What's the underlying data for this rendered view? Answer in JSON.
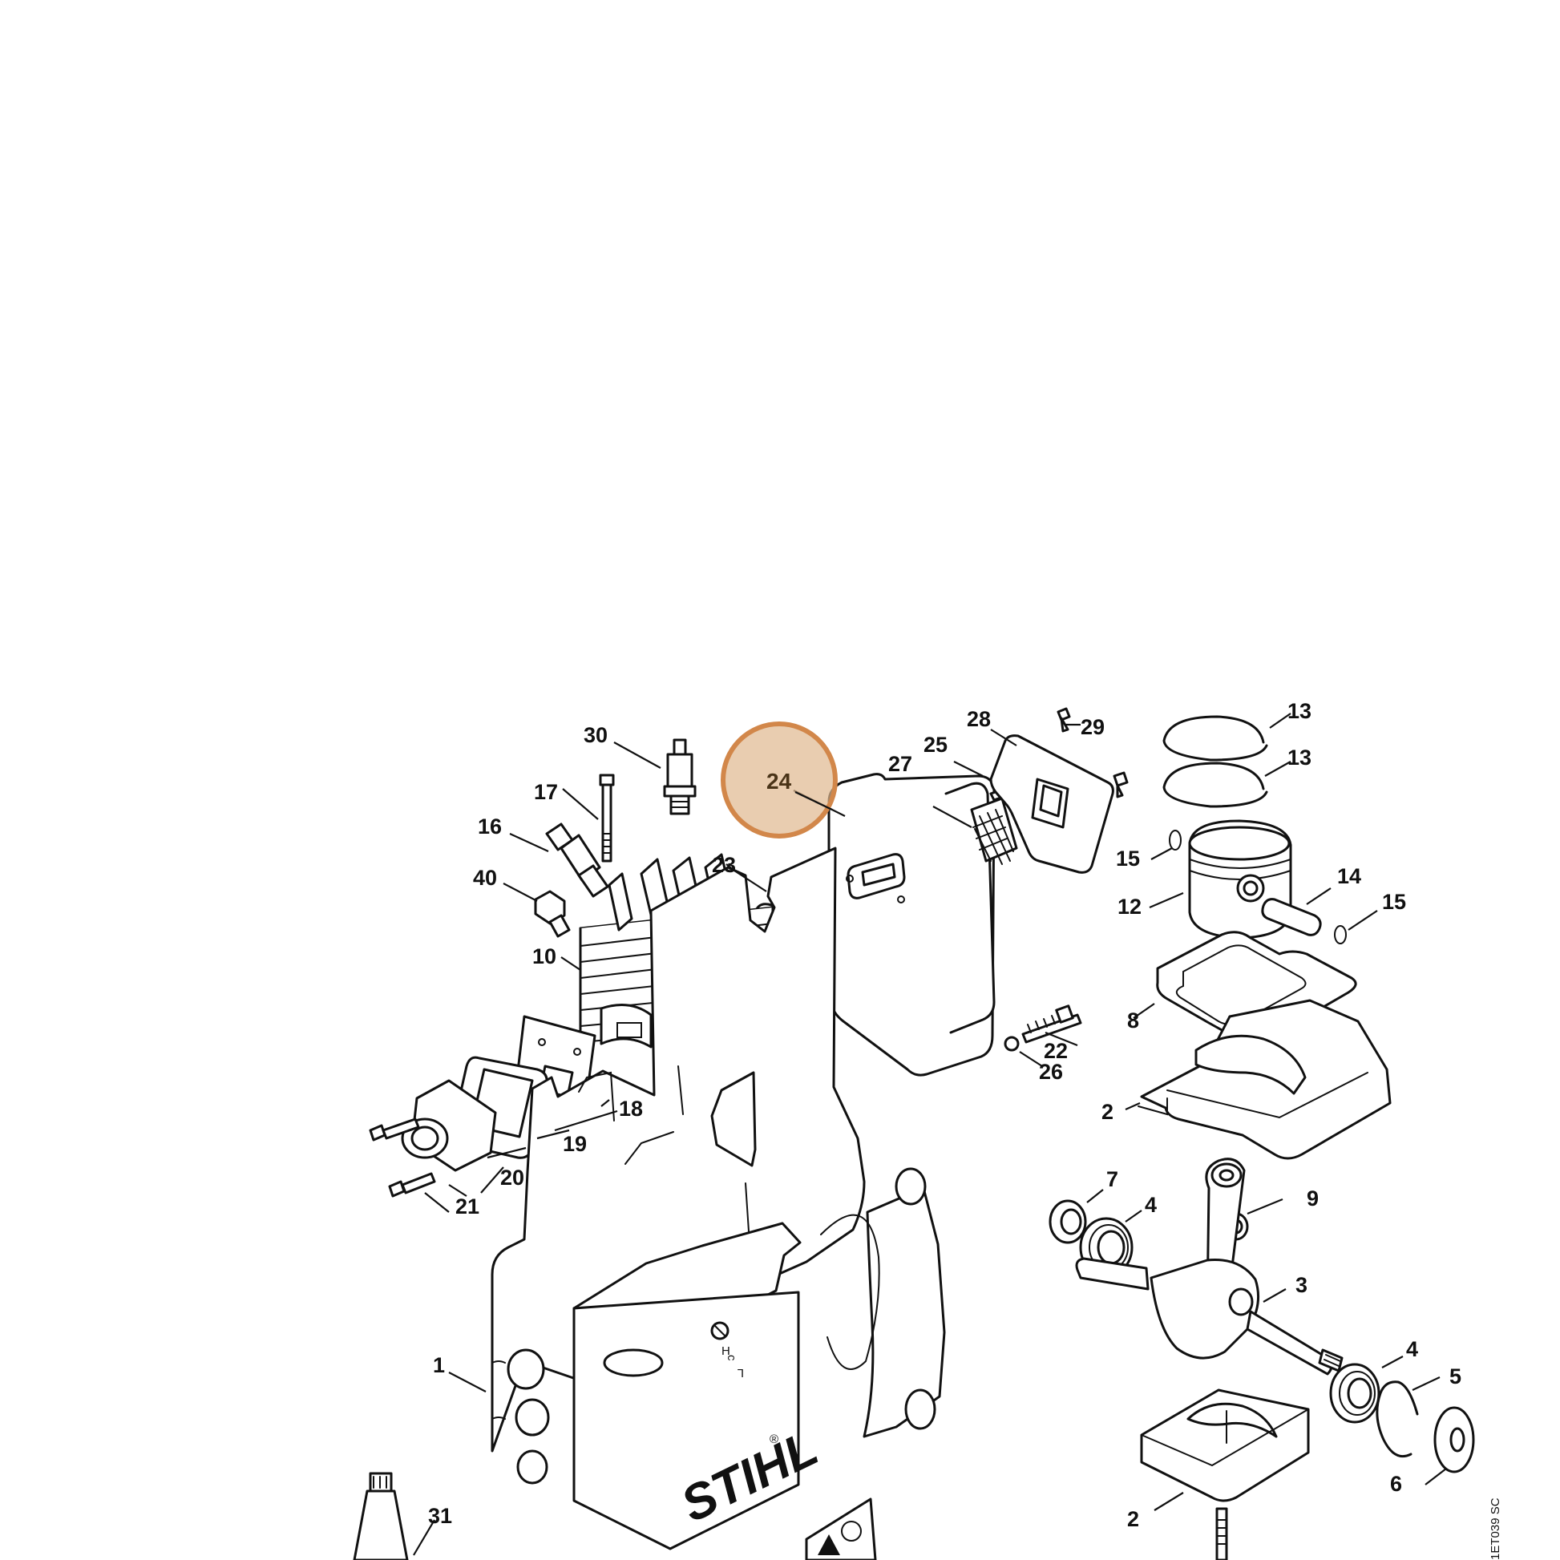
{
  "diagram": {
    "logo_text": "STIHL",
    "drawing_code": "1ET039 SC",
    "highlight": {
      "part": "24",
      "fill": "#e0b88f",
      "ring": "#d2874a"
    },
    "callouts": [
      "1",
      "2",
      "2",
      "3",
      "4",
      "4",
      "5",
      "6",
      "7",
      "8",
      "9",
      "10",
      "12",
      "13",
      "13",
      "14",
      "15",
      "15",
      "16",
      "17",
      "18",
      "19",
      "20",
      "21",
      "22",
      "23",
      "24",
      "25",
      "26",
      "27",
      "28",
      "29",
      "30",
      "31",
      "40"
    ]
  }
}
